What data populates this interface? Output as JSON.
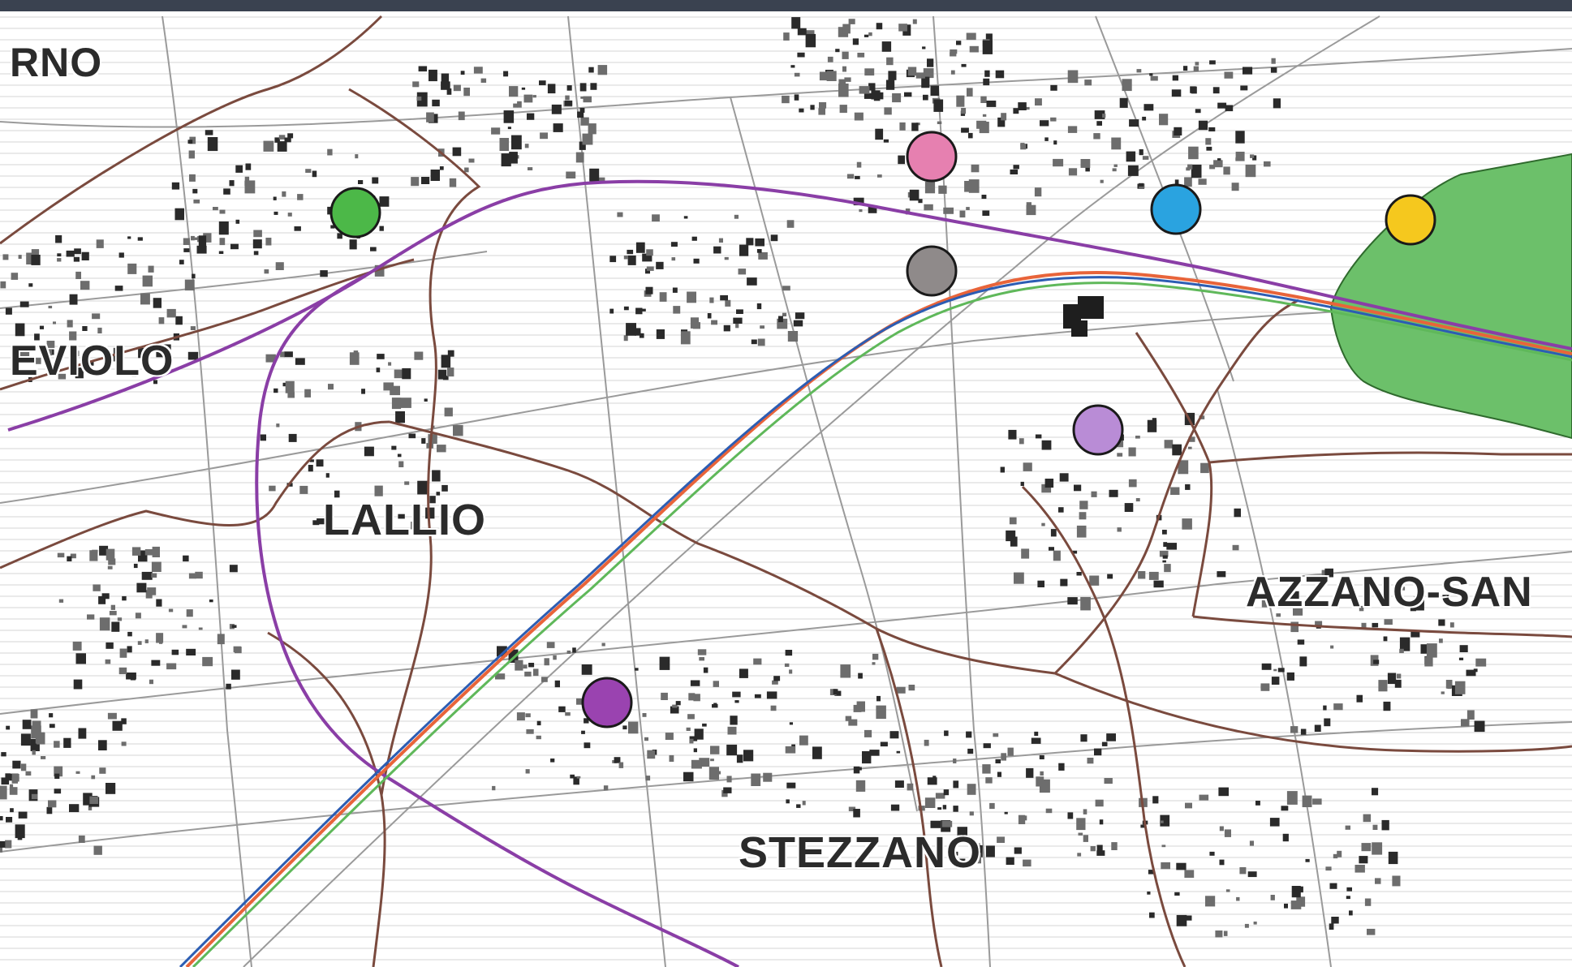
{
  "map": {
    "labels": {
      "top_left": "RNO",
      "left": "EVIOLO",
      "center_left": "LALLIO",
      "bottom_center": "STEZZANO",
      "right": "AZZANO-SAN"
    },
    "markers": [
      {
        "name": "green-marker",
        "color": "#4cb848"
      },
      {
        "name": "pink-marker",
        "color": "#e680b0"
      },
      {
        "name": "blue-marker",
        "color": "#2aa3e0"
      },
      {
        "name": "yellow-marker",
        "color": "#f5c81e"
      },
      {
        "name": "gray-marker",
        "color": "#8f8a8a"
      },
      {
        "name": "lavender-marker",
        "color": "#b98cd6"
      },
      {
        "name": "purple-marker",
        "color": "#9a43b0"
      }
    ],
    "routes": [
      {
        "name": "purple-route",
        "color": "#8a3ea6"
      },
      {
        "name": "orange-route",
        "color": "#e8643a"
      },
      {
        "name": "blue-route",
        "color": "#2c5db3"
      },
      {
        "name": "green-route",
        "color": "#5fb85a"
      }
    ],
    "park_area_color": "#6cc06a",
    "boundary_color": "#7a4a3e"
  }
}
